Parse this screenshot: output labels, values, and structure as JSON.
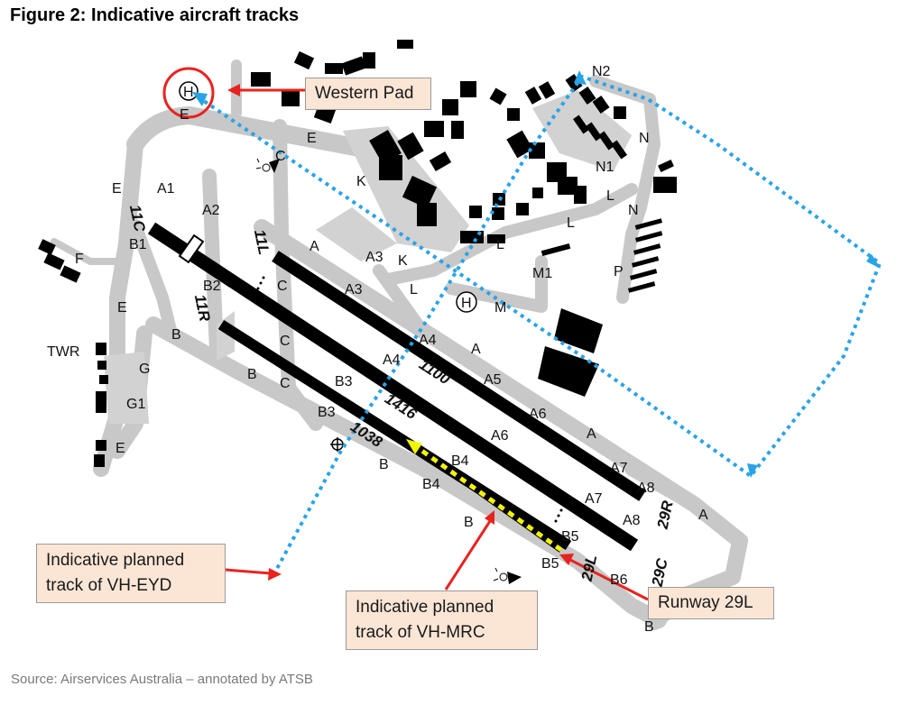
{
  "figure": {
    "title": "Figure 2: Indicative aircraft tracks",
    "source": "Source: Airservices Australia – annotated by ATSB"
  },
  "callouts": {
    "western_pad": "Western Pad",
    "eyd_line1": "Indicative planned",
    "eyd_line2": "track of VH-EYD",
    "mrc_line1": "Indicative planned",
    "mrc_line2": "track of VH-MRC",
    "runway": "Runway 29L"
  },
  "runways": {
    "r11c": "11C",
    "r11l": "11L",
    "r11r": "11R",
    "r29r": "29R",
    "r29c": "29C",
    "r29l": "29L",
    "len_1100": "1100",
    "len_1416": "1416",
    "len_1038": "1038"
  },
  "taxiways": {
    "a": "A",
    "a1": "A1",
    "a2": "A2",
    "a3": "A3",
    "a4": "A4",
    "a5": "A5",
    "a6": "A6",
    "a7": "A7",
    "a8": "A8",
    "b": "B",
    "b1": "B1",
    "b2": "B2",
    "b3": "B3",
    "b4": "B4",
    "b5": "B5",
    "b6": "B6",
    "c": "C",
    "e": "E",
    "f": "F",
    "g": "G",
    "g1": "G1",
    "k": "K",
    "l": "L",
    "m": "M",
    "m1": "M1",
    "n": "N",
    "n1": "N1",
    "n2": "N2",
    "p": "P"
  },
  "landmarks": {
    "twr": "TWR",
    "heli_symbol": "H"
  },
  "colors": {
    "runway": "#000000",
    "taxiway": "#c8c8c8",
    "apron": "#d2d2d2",
    "track_eyd": "#29a3e8",
    "track_mrc": "#f5f500",
    "annotation": "#e8231f",
    "callout_fill": "#fbe6d6"
  }
}
